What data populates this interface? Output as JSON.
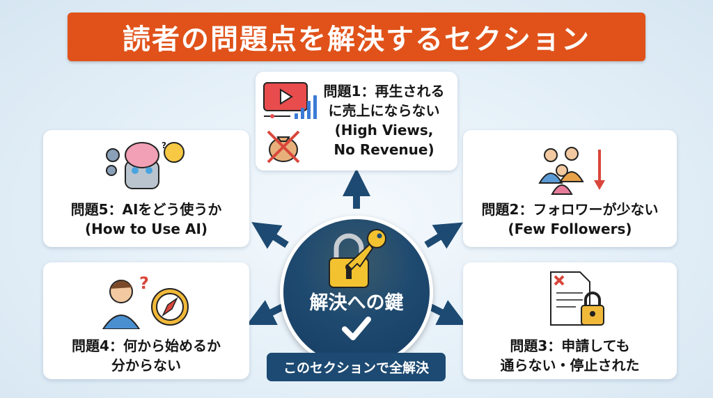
{
  "title": "読者の問題点を解決するセクション",
  "center": {
    "title": "解決への鍵",
    "badge": "このセクションで全解決"
  },
  "problems": [
    {
      "line1": "問題1：再生される",
      "line2": "に売上にならない",
      "en1": "(High Views,",
      "en2": "No Revenue)"
    },
    {
      "line1": "問題2：フォロワーが少ない",
      "en1": "(Few Followers)"
    },
    {
      "line1": "問題3：申請しても",
      "line2": "通らない・停止された"
    },
    {
      "line1": "問題4：何から始めるか",
      "line2": "分からない"
    },
    {
      "line1": "問題5：AIをどう使うか",
      "en1": "(How to Use AI)"
    }
  ],
  "colors": {
    "banner": "#e0521a",
    "navy": "#1d4a72",
    "key": "#f2c230"
  }
}
